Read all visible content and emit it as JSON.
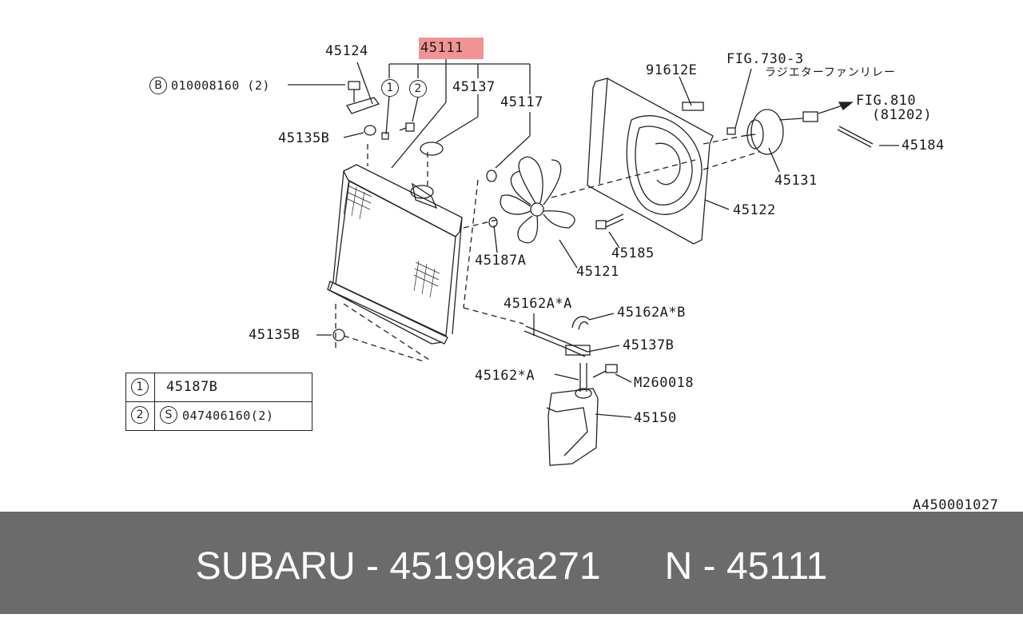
{
  "diagram": {
    "highlight_label": "45111",
    "labels": {
      "p45124": "45124",
      "p45137": "45137",
      "p45117": "45117",
      "p91612e": "91612E",
      "fig7303": "FIG.730-3",
      "jp_relay": "ラジエターファンリレー",
      "fig810": "FIG.810",
      "p81202": "(81202)",
      "bolt_code": "010008160 (2)",
      "bolt_marker": "B",
      "p45135b_top": "45135B",
      "p45184": "45184",
      "p45131": "45131",
      "p45122": "45122",
      "p45185": "45185",
      "p45187a": "45187A",
      "p45121": "45121",
      "p45162a_a": "45162A*A",
      "p45162a_b": "45162A*B",
      "p45135b_bottom": "45135B",
      "p45137b": "45137B",
      "p45162_a": "45162*A",
      "m260018": "M260018",
      "p45150": "45150",
      "figure_id": "A450001027"
    },
    "callout_1": "1",
    "callout_2": "2"
  },
  "legend": {
    "rows": [
      {
        "marker": "1",
        "value": "45187B"
      },
      {
        "marker": "2",
        "value_marker": "S",
        "value": "047406160(2)"
      }
    ]
  },
  "footer": {
    "text": "SUBARU - 45199ka271      N - 45111"
  }
}
